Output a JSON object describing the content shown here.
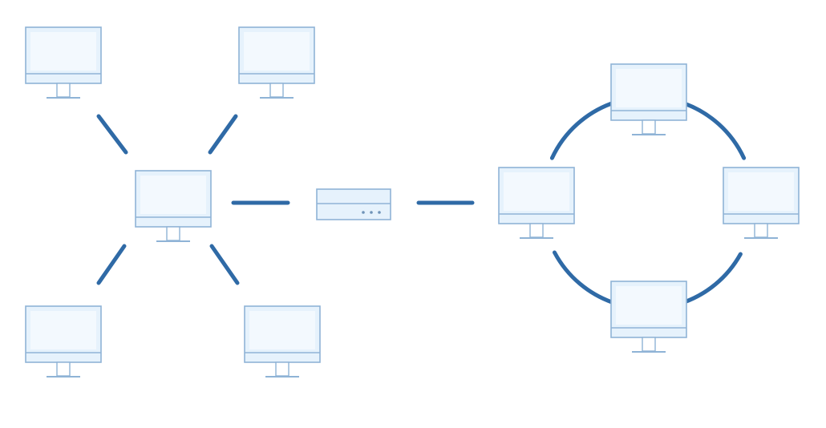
{
  "diagram": {
    "description_visible_text": "",
    "colors": {
      "background": "#ffffff",
      "link": "#2f6aa6",
      "device_stroke": "#8fb3d6",
      "device_fill": "#e6f2fc",
      "device_shadow": "#d7e8f6",
      "stand_fill": "#ffffff",
      "router_dots": "#6f93b8"
    },
    "icons": {
      "computer": "desktop-monitor-icon",
      "network_device": "router-switch-icon"
    },
    "star_topology": {
      "hub": "hub-computer",
      "nodes": [
        "computer-top-left",
        "computer-top-right",
        "computer-bottom-left",
        "computer-bottom-right"
      ]
    },
    "backbone": {
      "from": "hub-computer",
      "via": "network-switch",
      "to": "ring-computer-left"
    },
    "ring_topology": {
      "nodes": [
        "ring-computer-left",
        "ring-computer-top",
        "ring-computer-right",
        "ring-computer-bottom"
      ]
    }
  }
}
